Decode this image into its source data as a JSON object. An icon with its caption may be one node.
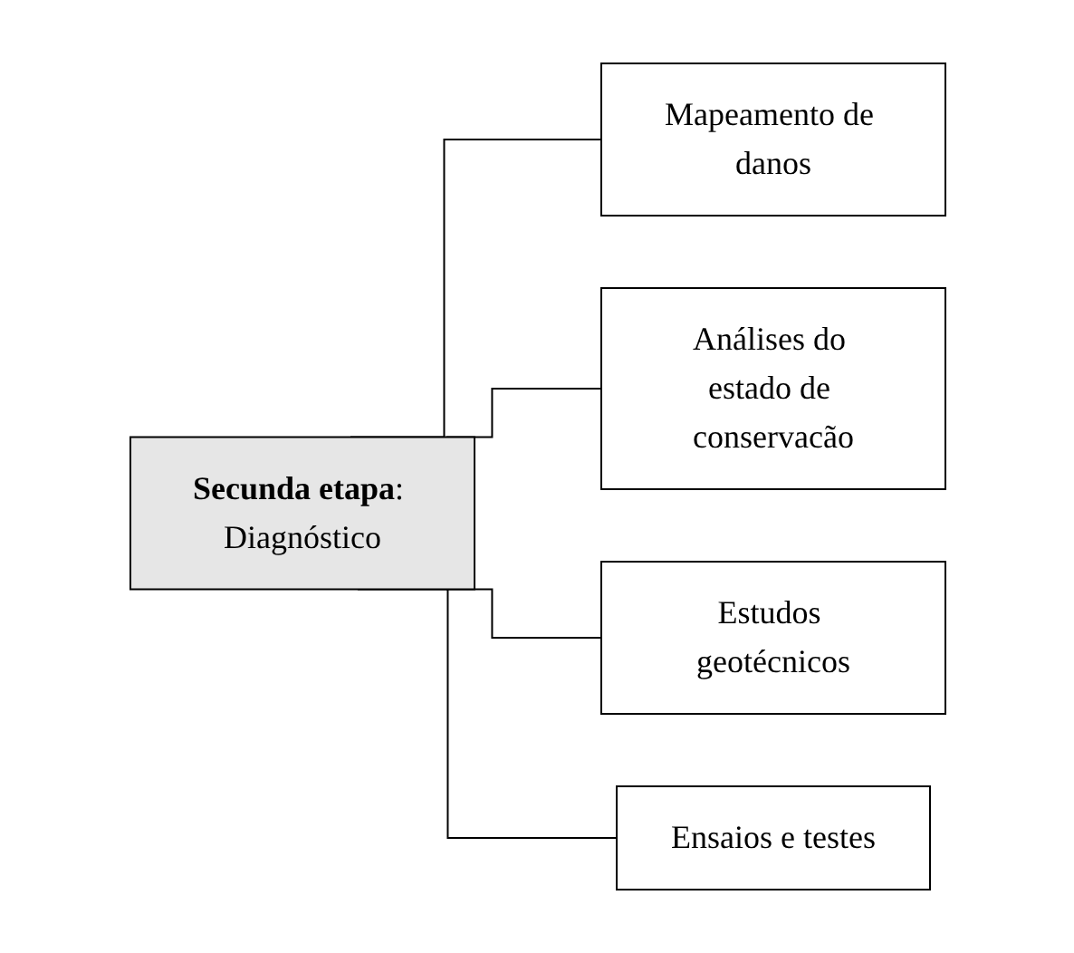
{
  "diagram": {
    "nodes": [
      {
        "text": [
          "**Secunda etapa**: Diagnóstico"
        ]
      },
      {
        "text": [
          "Mapeamento de danos"
        ]
      },
      {
        "text": [
          "Análises do estado de conservacão"
        ]
      },
      {
        "text": [
          "Estudos geotécnicos"
        ]
      },
      {
        "text": [
          "Ensaios e testes"
        ]
      }
    ],
    "edges": [
      {
        "from": 0,
        "to": 1,
        "arrow": "none"
      },
      {
        "from": 0,
        "to": 2,
        "arrow": "none"
      },
      {
        "from": 0,
        "to": 3,
        "arrow": "none"
      },
      {
        "from": 0,
        "to": 4,
        "arrow": "none"
      }
    ]
  }
}
